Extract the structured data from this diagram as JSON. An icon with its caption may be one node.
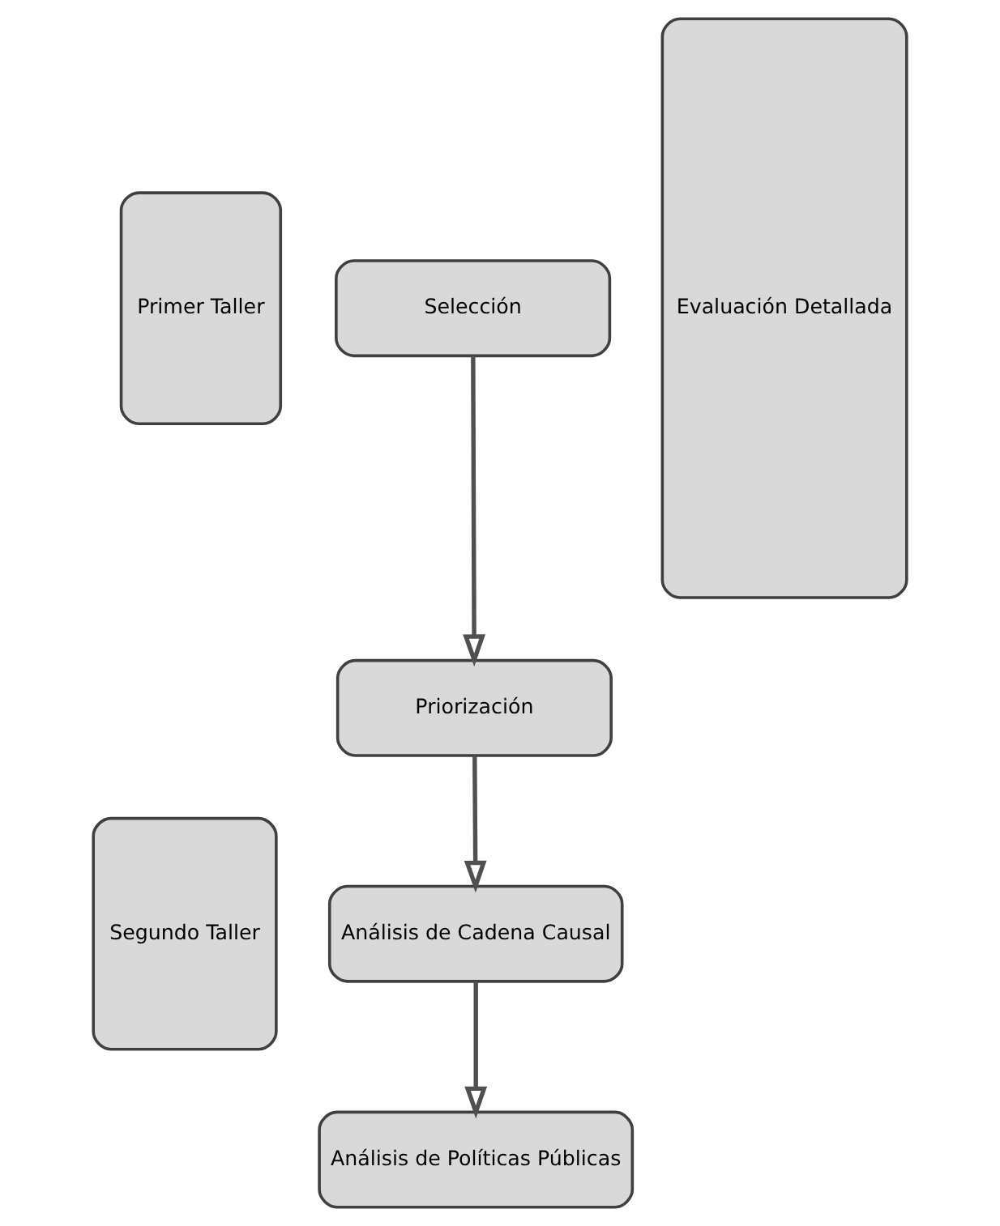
{
  "diagram": {
    "nodes": [
      {
        "text": [
          "Primer Taller"
        ]
      },
      {
        "text": [
          "Selección"
        ]
      },
      {
        "text": [
          "Priorización"
        ]
      },
      {
        "text": [
          "Análisis de Cadena Causal"
        ]
      },
      {
        "text": [
          "Análisis de Políticas Públicas"
        ]
      },
      {
        "text": [
          "Segundo Taller"
        ]
      },
      {
        "text": [
          "Evaluación Detallada"
        ]
      }
    ],
    "edges": [
      {
        "from": 1,
        "to": 2,
        "arrow": "to"
      },
      {
        "from": 2,
        "to": 3,
        "arrow": "to"
      },
      {
        "from": 3,
        "to": 4,
        "arrow": "to"
      }
    ]
  }
}
